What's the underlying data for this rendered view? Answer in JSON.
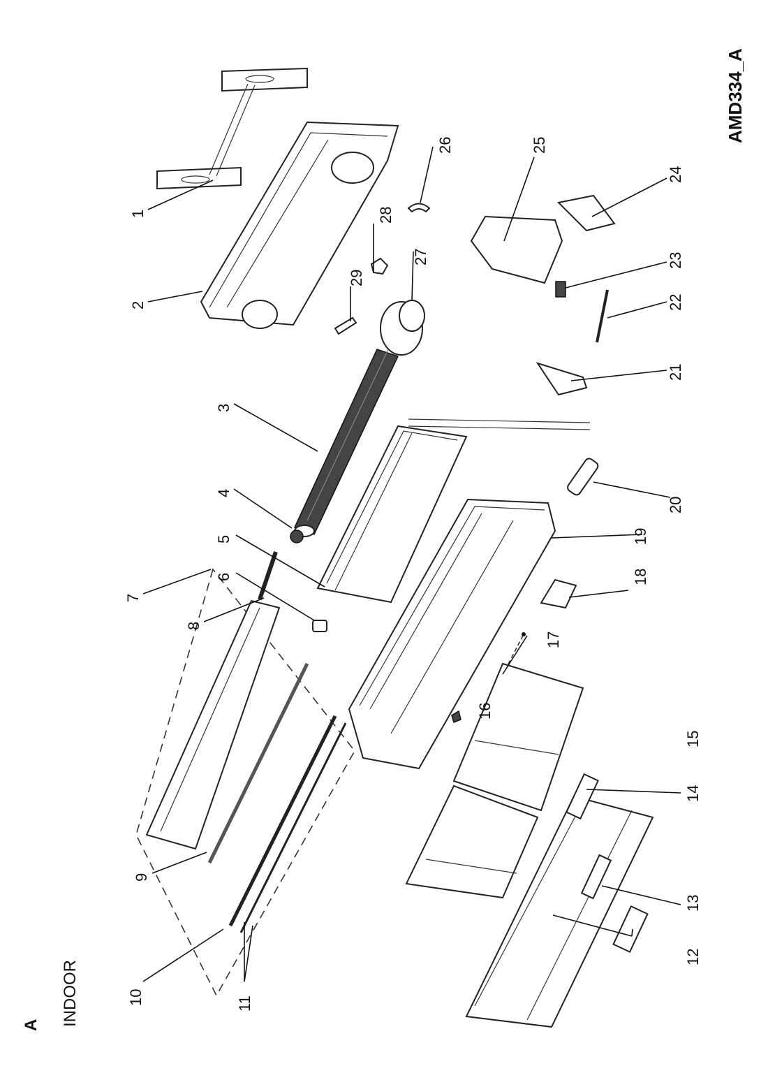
{
  "section_letter": "A",
  "section_title": "INDOOR",
  "drawing_code": "AMD334_A",
  "callouts": [
    "1",
    "2",
    "3",
    "4",
    "5",
    "6",
    "7",
    "8",
    "9",
    "10",
    "11",
    "12",
    "13",
    "14",
    "15",
    "16",
    "17",
    "18",
    "19",
    "20",
    "21",
    "22",
    "23",
    "24",
    "25",
    "26",
    "27",
    "28",
    "29"
  ]
}
